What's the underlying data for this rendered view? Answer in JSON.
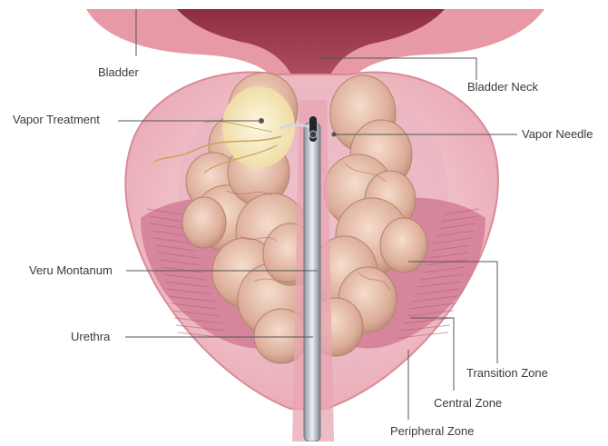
{
  "labels": {
    "bladder": "Bladder",
    "bladder_neck": "Bladder Neck",
    "vapor_treatment": "Vapor Treatment",
    "vapor_needle": "Vapor Needle",
    "veru_montanum": "Veru Montanum",
    "urethra": "Urethra",
    "transition_zone": "Transition Zone",
    "central_zone": "Central Zone",
    "peripheral_zone": "Peripheral Zone"
  },
  "colors": {
    "bladder_wall": "#e7a0a8",
    "bladder_lumen": "#a64055",
    "capsule": "#f3c9cf",
    "peripheral": "#f7d7dc",
    "central": "#e6a8b6",
    "transition": "#d47f96",
    "tissue": "#e8c4b2",
    "tissue_shadow": "#b98774",
    "vapor_zone": "#f4e6b4",
    "needle": "#c9ced6",
    "leader": "#555555",
    "text": "#3a3a3a"
  },
  "icons": {
    "needle_tip": "vapor-needle-tip-icon",
    "treatment_dot": "treatment-dot-icon"
  }
}
